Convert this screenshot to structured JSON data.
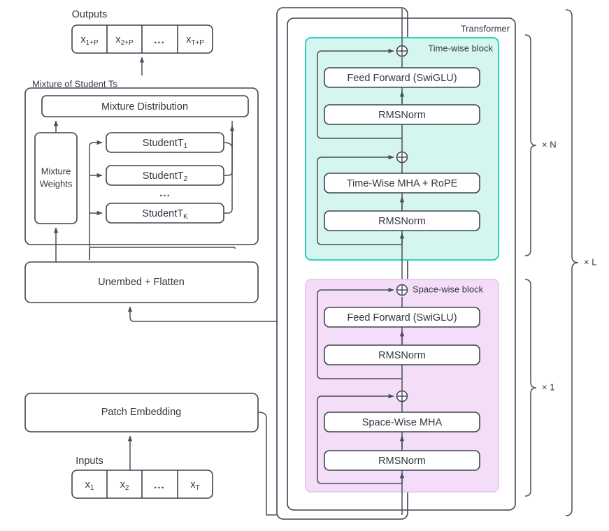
{
  "figure": {
    "title": "Model architecture diagram",
    "type": "diagram"
  },
  "colors": {
    "time_block_fill": "#d5f5ef",
    "time_block_stroke": "#14cdba",
    "space_block_fill": "#f4ddf6",
    "space_block_stroke": "#e8c6ef",
    "box_stroke": "#3d4451",
    "box_fill": "#ffffff",
    "text": "#333841",
    "connector": "#4a4f5c"
  },
  "outputs": {
    "caption": "Outputs",
    "cells": [
      {
        "base": "x",
        "sub": "1+P"
      },
      {
        "base": "x",
        "sub": "2+P"
      },
      {
        "base": "...",
        "sub": ""
      },
      {
        "base": "x",
        "sub": "T+P"
      }
    ]
  },
  "inputs": {
    "caption": "Inputs",
    "cells": [
      {
        "base": "x",
        "sub": "1"
      },
      {
        "base": "x",
        "sub": "2"
      },
      {
        "base": "...",
        "sub": ""
      },
      {
        "base": "x",
        "sub": "T"
      }
    ]
  },
  "mixture": {
    "group_label": "Mixture of Student Ts",
    "distribution_label": "Mixture Distribution",
    "weights_label_line1": "Mixture",
    "weights_label_line2": "Weights",
    "ellipsis": "...",
    "students": [
      {
        "base": "StudentT",
        "sub": "1"
      },
      {
        "base": "StudentT",
        "sub": "2"
      },
      {
        "base": "StudentT",
        "sub": "K"
      }
    ]
  },
  "unembed": {
    "label": "Unembed + Flatten"
  },
  "patch_embedding": {
    "label": "Patch Embedding"
  },
  "transformer": {
    "frame_label": "Transformer",
    "time_block": {
      "label": "Time-wise block",
      "rows": [
        "Feed Forward (SwiGLU)",
        "RMSNorm",
        "Time-Wise MHA + RoPE",
        "RMSNorm"
      ]
    },
    "space_block": {
      "label": "Space-wise block",
      "rows": [
        "Feed Forward (SwiGLU)",
        "RMSNorm",
        "Space-Wise MHA",
        "RMSNorm"
      ]
    },
    "repeat_time": "× N",
    "repeat_space": "× 1",
    "repeat_outer": "× L",
    "add_symbol": "⊕"
  }
}
